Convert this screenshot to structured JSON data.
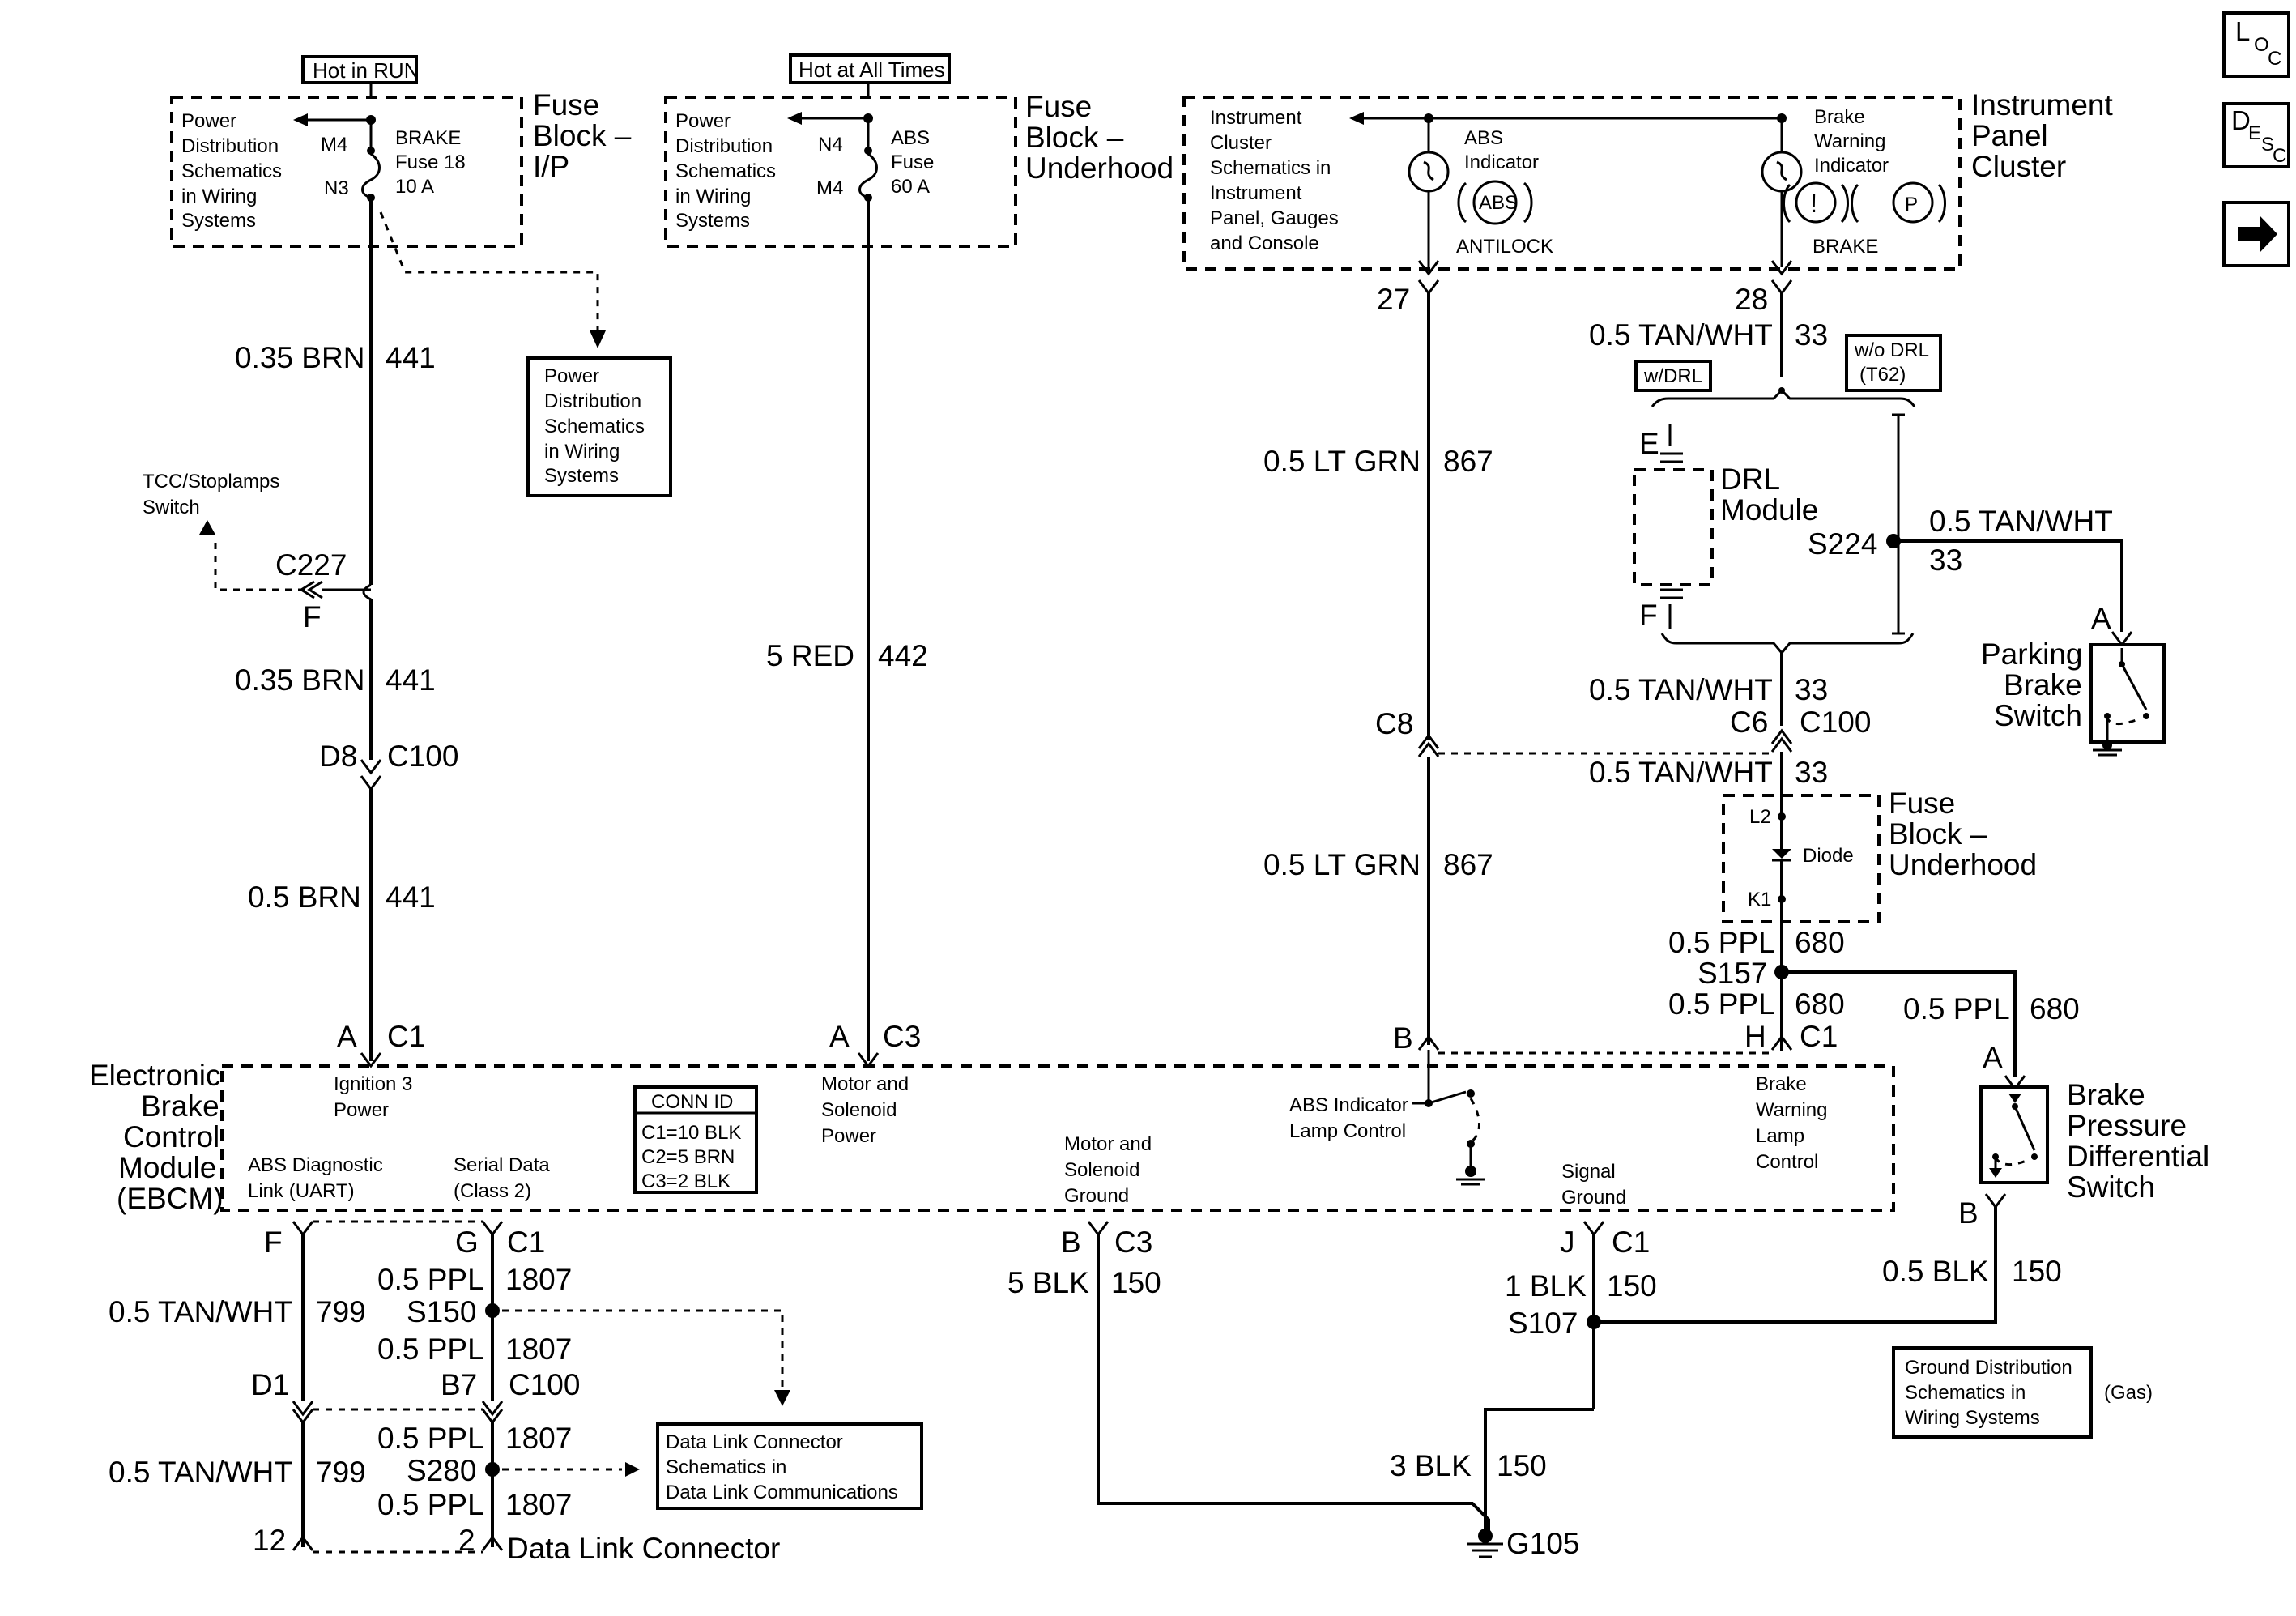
{
  "nav": {
    "loc_icon": "loc-icon",
    "desc_icon": "desc-icon",
    "next_icon": "right-arrow-icon",
    "loc_text": [
      "L",
      "O",
      "C"
    ],
    "desc_text": [
      "D",
      "E",
      "S",
      "C"
    ]
  },
  "fuse_ip": {
    "hot_label": "Hot in RUN",
    "pd_text": [
      "Power",
      "Distribution",
      "Schematics",
      "in Wiring",
      "Systems"
    ],
    "m_term": "M4",
    "n_term": "N3",
    "fuse_text": [
      "BRAKE",
      "Fuse 18",
      "10 A"
    ],
    "block_name": [
      "Fuse",
      "Block –",
      "I/P"
    ]
  },
  "fuse_under": {
    "hot_label": "Hot at All Times",
    "pd_text": [
      "Power",
      "Distribution",
      "Schematics",
      "in Wiring",
      "Systems"
    ],
    "n_term": "N4",
    "m_term": "M4",
    "fuse_text": [
      "ABS",
      "Fuse",
      "60 A"
    ],
    "block_name": [
      "Fuse",
      "Block –",
      "Underhood"
    ]
  },
  "pd_ref": {
    "text": [
      "Power",
      "Distribution",
      "Schematics",
      "in Wiring",
      "Systems"
    ]
  },
  "ipc": {
    "sch_text": [
      "Instrument",
      "Cluster",
      "Schematics in",
      "Instrument",
      "Panel, Gauges",
      "and Console"
    ],
    "abs_label": [
      "ABS",
      "Indicator"
    ],
    "abs_symbol": "ABS",
    "abs_caption": "ANTILOCK",
    "brake_label": [
      "Brake",
      "Warning",
      "Indicator"
    ],
    "brake_symbol_1": "!",
    "brake_symbol_2": "P",
    "brake_caption": "BRAKE",
    "block_name": [
      "Instrument",
      "Panel",
      "Cluster"
    ],
    "pin_abs": "27",
    "pin_brake": "28"
  },
  "wires": {
    "brn_441_a": {
      "gauge": "0.35 BRN",
      "circuit": "441"
    },
    "brn_441_b": {
      "gauge": "0.35 BRN",
      "circuit": "441"
    },
    "brn_441_c": {
      "gauge": "0.5 BRN",
      "circuit": "441"
    },
    "red_442": {
      "gauge": "5 RED",
      "circuit": "442"
    },
    "ltgrn_867_a": {
      "gauge": "0.5 LT GRN",
      "circuit": "867"
    },
    "ltgrn_867_b": {
      "gauge": "0.5 LT GRN",
      "circuit": "867"
    },
    "tanwht_33_a": {
      "gauge": "0.5 TAN/WHT",
      "circuit": "33"
    },
    "tanwht_33_b": {
      "gauge": "0.5 TAN/WHT",
      "circuit": "33"
    },
    "tanwht_33_c": {
      "gauge": "0.5 TAN/WHT",
      "circuit": "33"
    },
    "tanwht_33_d": {
      "gauge": "0.5 TAN/WHT",
      "circuit": "33"
    },
    "ppl_680_a": {
      "gauge": "0.5 PPL",
      "circuit": "680"
    },
    "ppl_680_b": {
      "gauge": "0.5 PPL",
      "circuit": "680"
    },
    "ppl_680_c": {
      "gauge": "0.5 PPL",
      "circuit": "680"
    },
    "blk_150_a": {
      "gauge": "5 BLK",
      "circuit": "150"
    },
    "blk_150_b": {
      "gauge": "1 BLK",
      "circuit": "150"
    },
    "blk_150_c": {
      "gauge": "3 BLK",
      "circuit": "150"
    },
    "blk_150_d": {
      "gauge": "0.5 BLK",
      "circuit": "150"
    },
    "tanwht_799_a": {
      "gauge": "0.5 TAN/WHT",
      "circuit": "799"
    },
    "tanwht_799_b": {
      "gauge": "0.5 TAN/WHT",
      "circuit": "799"
    },
    "ppl_1807_a": {
      "gauge": "0.5 PPL",
      "circuit": "1807"
    },
    "ppl_1807_b": {
      "gauge": "0.5 PPL",
      "circuit": "1807"
    },
    "ppl_1807_c": {
      "gauge": "0.5 PPL",
      "circuit": "1807"
    },
    "ppl_1807_d": {
      "gauge": "0.5 PPL",
      "circuit": "1807"
    }
  },
  "connectors": {
    "c227": "C227",
    "c227_pin": "F",
    "tcc_label": [
      "TCC/Stoplamps",
      "Switch"
    ],
    "c100_pin_left": "D8",
    "c100_left": "C100",
    "c8": "C8",
    "c6": "C6",
    "c100_right": "C100",
    "b7": "B7",
    "c100_bottom": "C100",
    "d1": "D1",
    "dlc_pin_12": "12",
    "dlc_pin_2": "2",
    "dlc_name": "Data Link Connector"
  },
  "drl": {
    "with_label": "w/DRL",
    "without_label": [
      "w/o DRL",
      "(T62)"
    ],
    "pin_e": "E",
    "pin_f": "F",
    "module_name": [
      "DRL",
      "Module"
    ],
    "splice": "S224"
  },
  "parking_brake": {
    "pin": "A",
    "name": [
      "Parking",
      "Brake",
      "Switch"
    ]
  },
  "fuse_under_diode": {
    "l2": "L2",
    "k1": "K1",
    "diode": "Diode",
    "block_name": [
      "Fuse",
      "Block –",
      "Underhood"
    ],
    "splice": "S157"
  },
  "ebcm": {
    "name": [
      "Electronic",
      "Brake",
      "Control",
      "Module",
      "(EBCM)"
    ],
    "pin_a_c1": {
      "pin": "A",
      "conn": "C1",
      "func": [
        "Ignition 3",
        "Power"
      ]
    },
    "pin_a_c3": {
      "pin": "A",
      "conn": "C3",
      "func": [
        "Motor and",
        "Solenoid",
        "Power"
      ]
    },
    "pin_b": {
      "pin": "B",
      "func": [
        "ABS Indicator",
        "Lamp Control"
      ]
    },
    "pin_h_c1": {
      "pin": "H",
      "conn": "C1",
      "func": [
        "Brake",
        "Warning",
        "Lamp",
        "Control"
      ]
    },
    "pin_f": {
      "pin": "F",
      "func": [
        "ABS Diagnostic",
        "Link (UART)"
      ]
    },
    "pin_g_c1": {
      "pin": "G",
      "conn": "C1",
      "func": [
        "Serial Data",
        "(Class 2)"
      ]
    },
    "pin_b_c3": {
      "pin": "B",
      "conn": "C3",
      "func": [
        "Motor and",
        "Solenoid",
        "Ground"
      ]
    },
    "pin_j_c1": {
      "pin": "J",
      "conn": "C1",
      "func": [
        "Signal",
        "Ground"
      ]
    },
    "conn_id_title": "CONN ID",
    "conn_id_rows": [
      "C1=10 BLK",
      "C2=5 BRN",
      "C3=2 BLK"
    ]
  },
  "bpd_switch": {
    "pin_a": "A",
    "pin_b": "B",
    "name": [
      "Brake",
      "Pressure",
      "Differential",
      "Switch"
    ]
  },
  "splices": {
    "s150": "S150",
    "s280": "S280",
    "s107": "S107"
  },
  "ground": {
    "g105": "G105",
    "gd_text": [
      "Ground Distribution",
      "Schematics in",
      "Wiring Systems"
    ],
    "gas_note": "(Gas)"
  },
  "dlc_ref": {
    "text": [
      "Data Link Connector",
      "Schematics in",
      "Data Link Communications"
    ]
  }
}
